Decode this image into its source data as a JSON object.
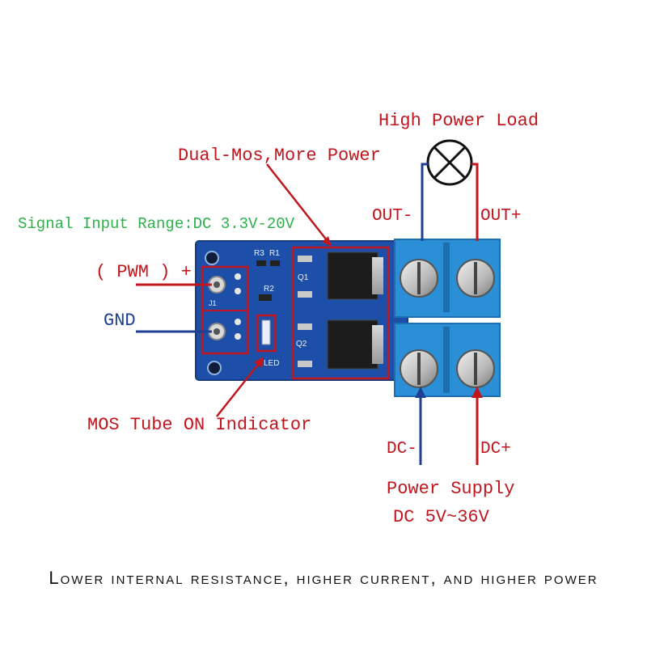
{
  "labels": {
    "high_power_load": "High Power Load",
    "dual_mos": "Dual-Mos,More Power",
    "signal_range": "Signal Input Range:DC 3.3V-20V",
    "out_minus": "OUT-",
    "out_plus": "OUT+",
    "pwm": "( PWM ) +",
    "gnd": "GND",
    "mos_indicator": "MOS Tube ON Indicator",
    "dc_minus": "DC-",
    "dc_plus": "DC+",
    "power_supply": "Power Supply",
    "power_range": "DC 5V~36V",
    "tagline": "Lower internal resistance, higher current, and higher power"
  },
  "silkscreen": {
    "r3": "R3",
    "r1": "R1",
    "r2": "R2",
    "q1": "Q1",
    "q2": "Q2",
    "j1": "J1",
    "led": "LED"
  },
  "colors": {
    "annotation_red": "#c0161e",
    "annotation_green": "#2bb24c",
    "wire_blue": "#1f3f93",
    "pcb_blue": "#1d4fa8",
    "terminal_blue": "#2a8fd6"
  }
}
